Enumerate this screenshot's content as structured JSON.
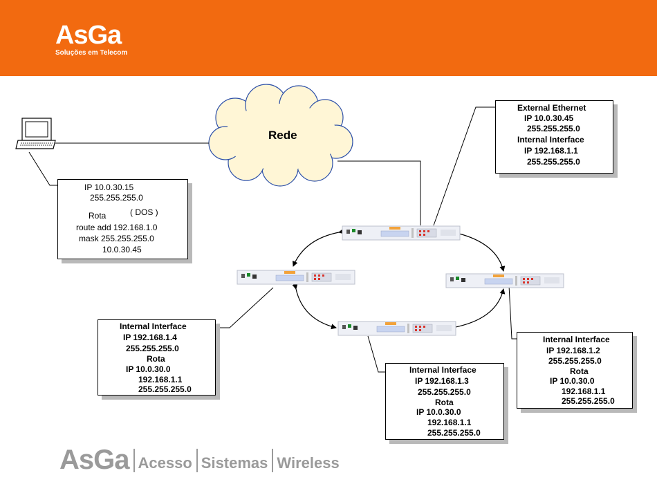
{
  "header": {
    "logo_name": "AsGa",
    "logo_tagline": "Soluções em Telecom",
    "color": "#f26a10"
  },
  "cloud": {
    "label": "Rede"
  },
  "pc_box": {
    "lines": [
      "IP 10.0.30.15",
      "255.255.255.0",
      "Rota",
      "( DOS )",
      "route add 192.168.1.0",
      "mask 255.255.255.0",
      "10.0.30.45"
    ]
  },
  "top_box": {
    "lines": [
      "External Ethernet",
      "IP 10.0.30.45",
      "255.255.255.0",
      "Internal Interface",
      "IP 192.168.1.1",
      "255.255.255.0"
    ]
  },
  "left_box": {
    "lines": [
      "Internal Interface",
      "IP 192.168.1.4",
      "255.255.255.0",
      "Rota",
      "IP 10.0.30.0",
      "192.168.1.1",
      "255.255.255.0"
    ]
  },
  "bottom_box": {
    "lines": [
      "Internal Interface",
      "IP 192.168.1.3",
      "255.255.255.0",
      "Rota",
      "IP 10.0.30.0",
      "192.168.1.1",
      "255.255.255.0"
    ]
  },
  "right_box": {
    "lines": [
      "Internal Interface",
      "IP 192.168.1.2",
      "255.255.255.0",
      "Rota",
      "IP 10.0.30.0",
      "192.168.1.1",
      "255.255.255.0"
    ]
  },
  "footer": {
    "brand": "AsGa",
    "items": [
      "Acesso",
      "Sistemas",
      "Wireless"
    ],
    "color": "#9a9a9a"
  }
}
